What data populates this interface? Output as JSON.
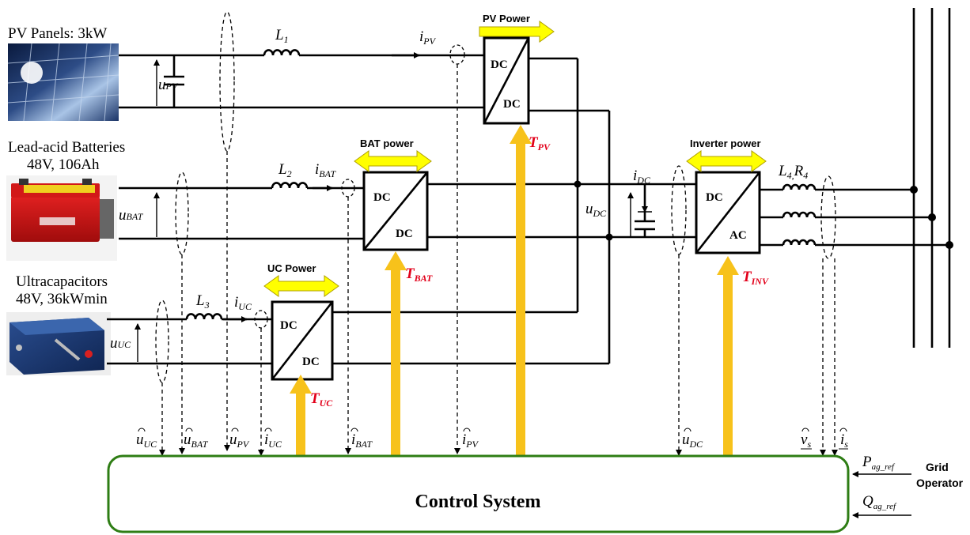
{
  "sources": {
    "pv": {
      "title": "PV Panels: 3kW",
      "voltage": "u",
      "voltage_sub": "PV"
    },
    "bat": {
      "title_line1": "Lead-acid Batteries",
      "title_line2": "48V, 106Ah",
      "voltage": "u",
      "voltage_sub": "BAT"
    },
    "uc": {
      "title_line1": "Ultracapacitors",
      "title_line2": "48V, 36kWmin",
      "voltage": "u",
      "voltage_sub": "UC"
    }
  },
  "inductors": {
    "l1": {
      "main": "L",
      "sub": "1"
    },
    "l2": {
      "main": "L",
      "sub": "2"
    },
    "l3": {
      "main": "L",
      "sub": "3"
    },
    "l4": {
      "main": "L",
      "sub": "4,",
      "main2": "R",
      "sub2": "4"
    }
  },
  "currents": {
    "pv": {
      "main": "i",
      "sub": "PV"
    },
    "bat": {
      "main": "i",
      "sub": "BAT"
    },
    "uc": {
      "main": "i",
      "sub": "UC"
    },
    "dc": {
      "main": "i",
      "sub": "DC"
    }
  },
  "dc_link": {
    "main": "u",
    "sub": "DC"
  },
  "converters": {
    "pv": {
      "top": "DC",
      "bottom": "DC",
      "power": "PV  Power",
      "signal": "T",
      "signal_sub": "PV"
    },
    "bat": {
      "top": "DC",
      "bottom": "DC",
      "power": "BAT power",
      "signal": "T",
      "signal_sub": "BAT"
    },
    "uc": {
      "top": "DC",
      "bottom": "DC",
      "power": "UC  Power",
      "signal": "T",
      "signal_sub": "UC"
    },
    "inv": {
      "top": "DC",
      "bottom": "AC",
      "power": "Inverter power",
      "signal": "T",
      "signal_sub": "INV"
    }
  },
  "measurements": [
    {
      "main": "u",
      "sub": "UC"
    },
    {
      "main": "u",
      "sub": "BAT"
    },
    {
      "main": "u",
      "sub": "PV"
    },
    {
      "main": "i",
      "sub": "UC"
    },
    {
      "main": "i",
      "sub": "BAT"
    },
    {
      "main": "i",
      "sub": "PV"
    },
    {
      "main": "u",
      "sub": "DC"
    },
    {
      "main": "v",
      "sub": "s"
    },
    {
      "main": "i",
      "sub": "s"
    }
  ],
  "control": {
    "title": "Control System"
  },
  "grid_operator": {
    "line1": "Grid",
    "line2": "Operator",
    "p_ref": {
      "main": "P",
      "sub": "ag_ref"
    },
    "q_ref": {
      "main": "Q",
      "sub": "ag_ref"
    }
  },
  "colors": {
    "signal_arrow": "#f7c21b",
    "power_arrow": "#ffff00",
    "control_border": "#2e7d14",
    "label_red": "#e2001a"
  }
}
